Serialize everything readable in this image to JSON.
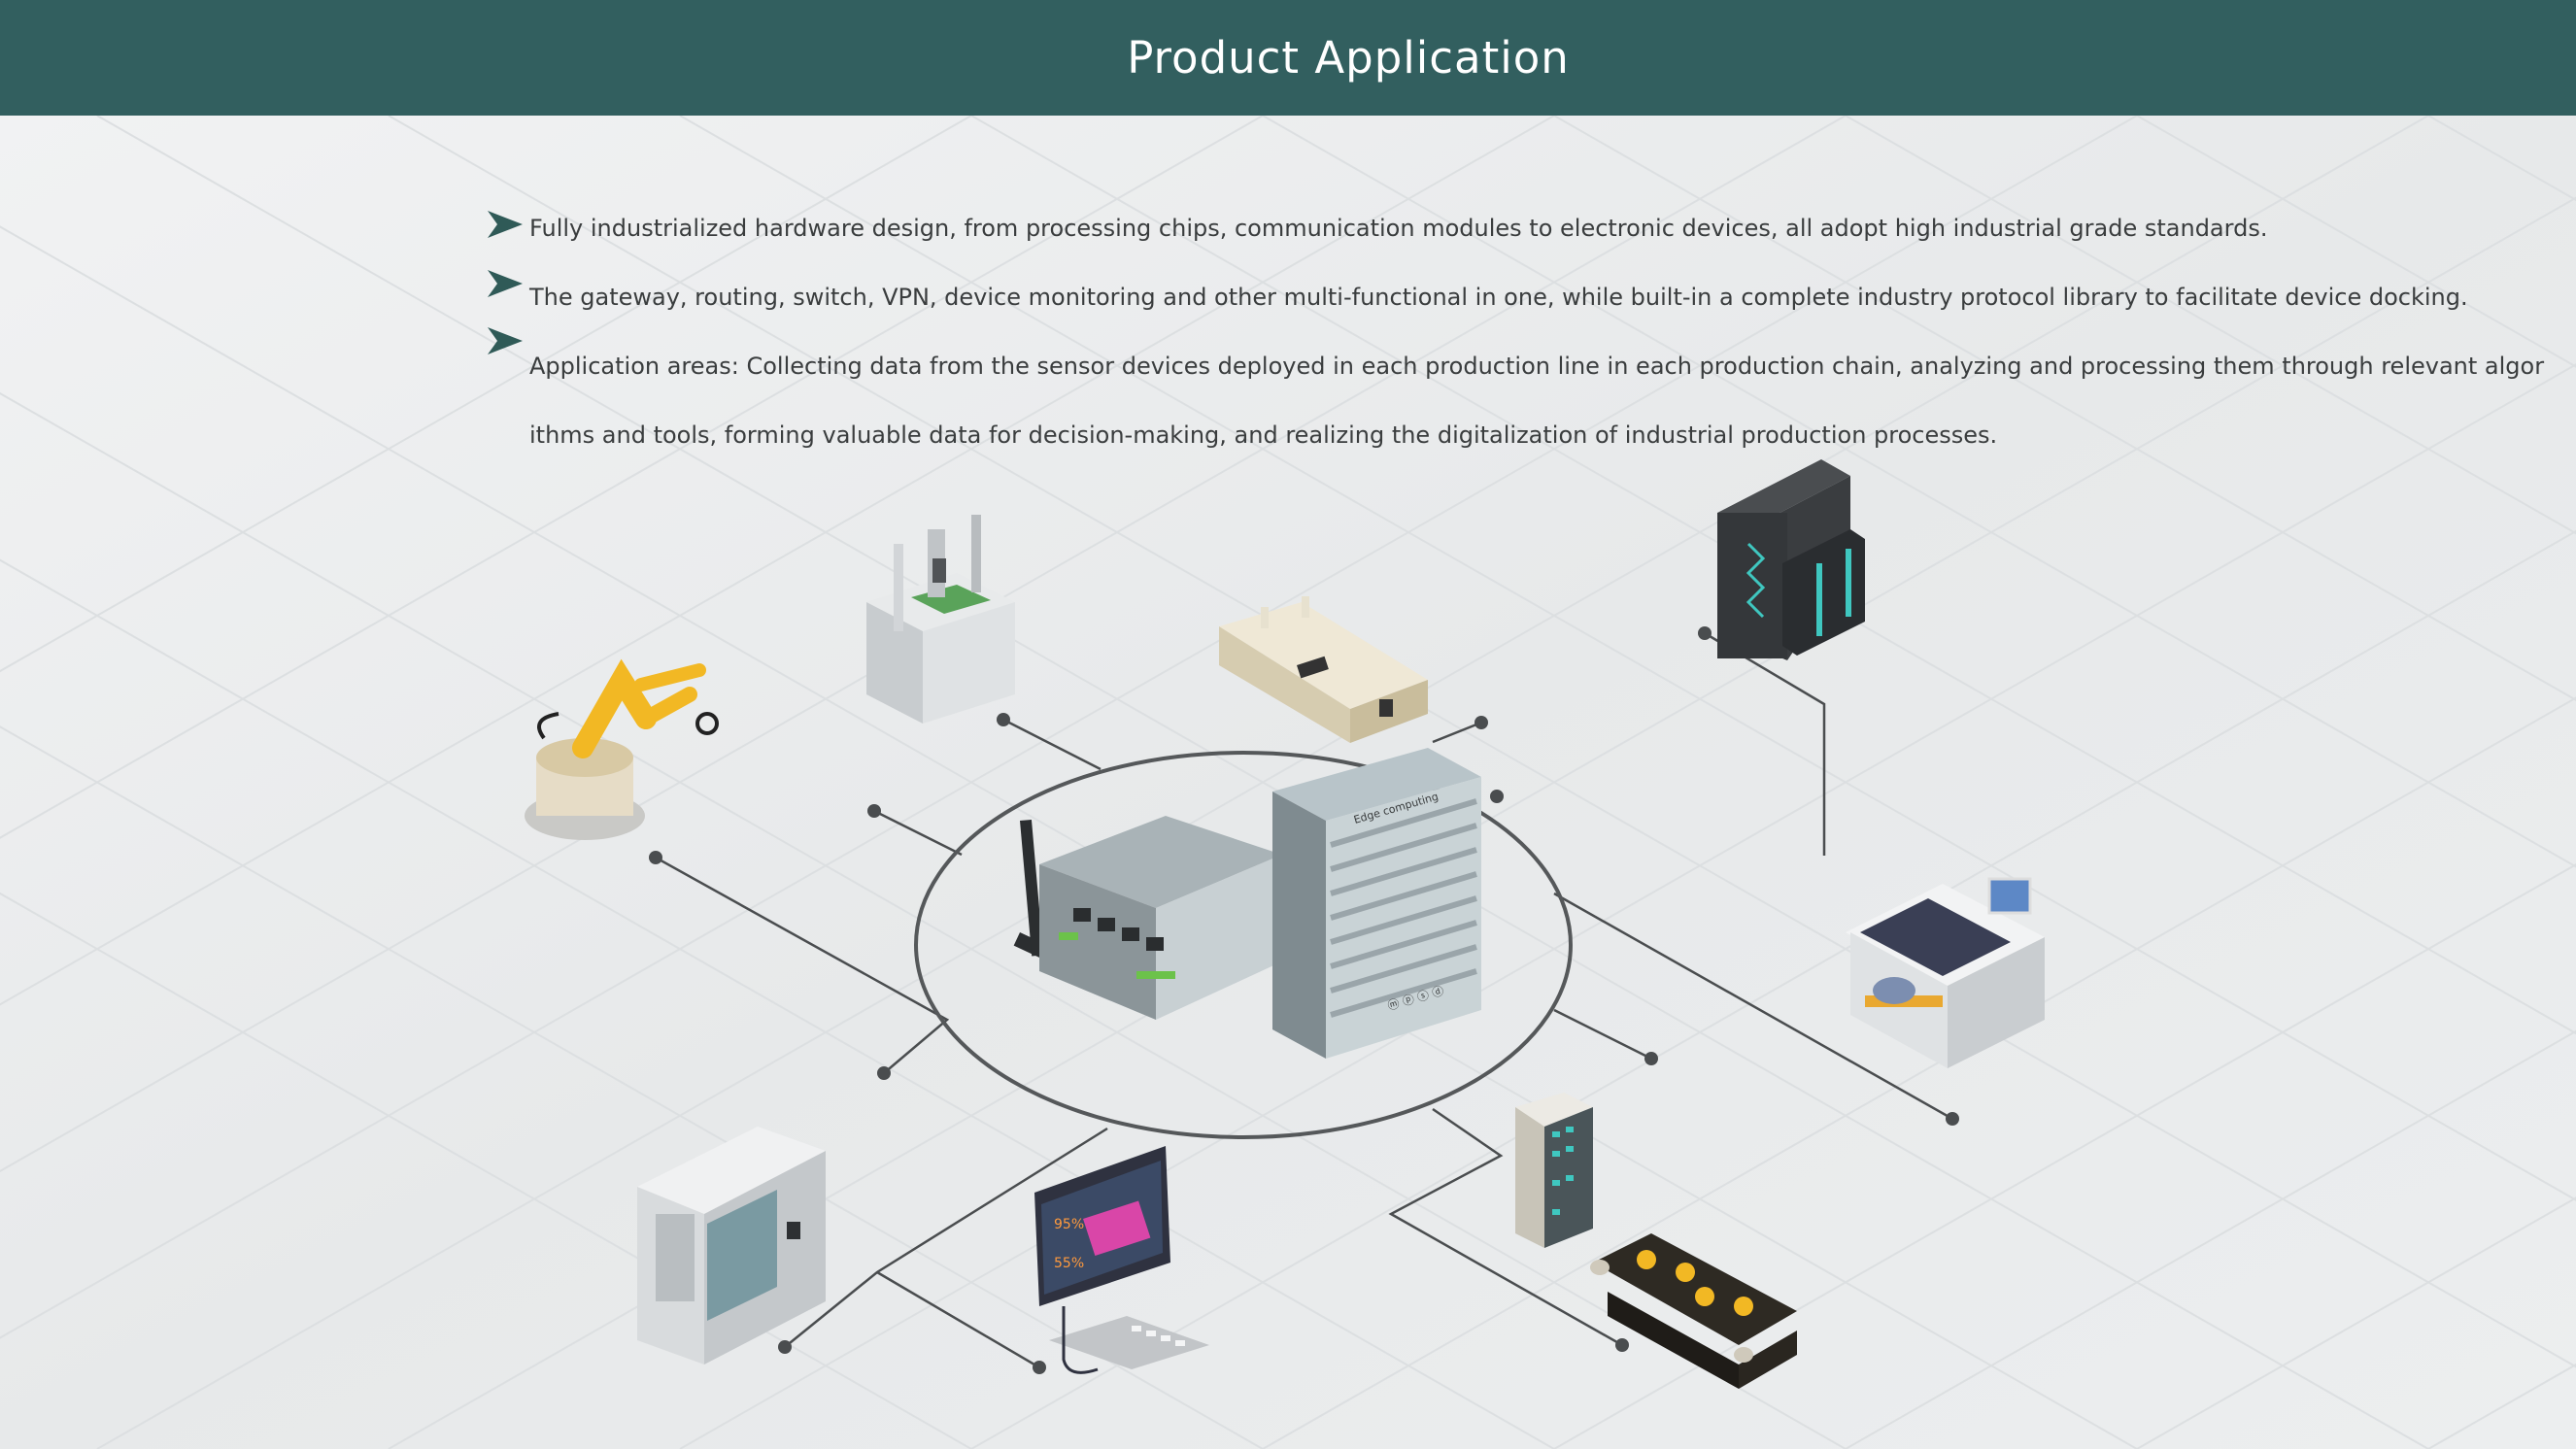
{
  "header": {
    "title": "Product Application",
    "background": "#325f5f"
  },
  "bullets": [
    "Fully industrialized hardware design, from processing chips, communication modules to electronic devices, all adopt high industrial grade standards.",
    "The gateway, routing, switch, VPN, device monitoring and other multi-functional in one, while built-in a complete industry protocol library to facilitate device docking.",
    "Application areas: Collecting data from the sensor devices deployed in each production line in each production chain, analyzing and processing them through relevant algorithms and tools, forming valuable data for decision-making, and realizing the digitalization of industrial production processes."
  ],
  "diagram": {
    "center": "edge-computing-gateway",
    "devices": [
      "robot-arm",
      "pcb-tester",
      "sensor-module",
      "server-rack",
      "smt-machine",
      "cnc-machine",
      "monitor-terminal",
      "control-cabinet",
      "conveyor-belt"
    ],
    "box_label": "Edge computing",
    "box_label_bottom": "ⓜ ⓟ ⓢ ⓓ"
  },
  "colors": {
    "accent": "#325f5f",
    "line": "#4a4d4f",
    "arrow": "#2f5a57"
  }
}
